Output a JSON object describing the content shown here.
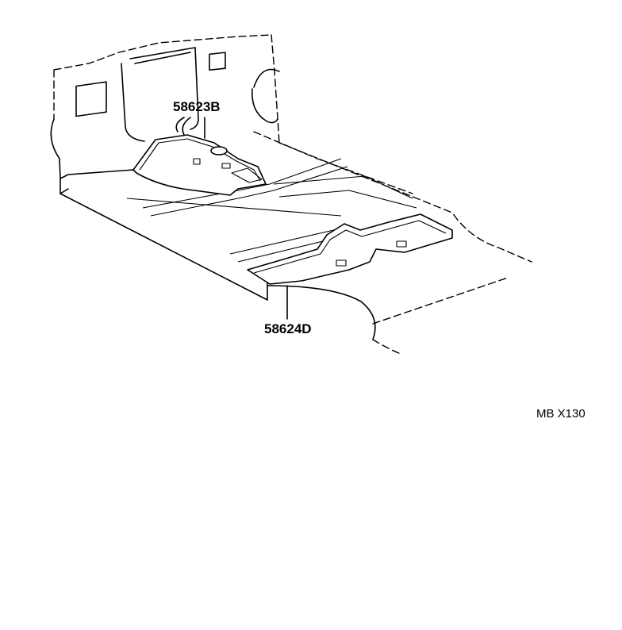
{
  "parts": {
    "front": {
      "number": "58623B"
    },
    "rear": {
      "number": "58624D"
    }
  },
  "figure_code": "MB X130"
}
